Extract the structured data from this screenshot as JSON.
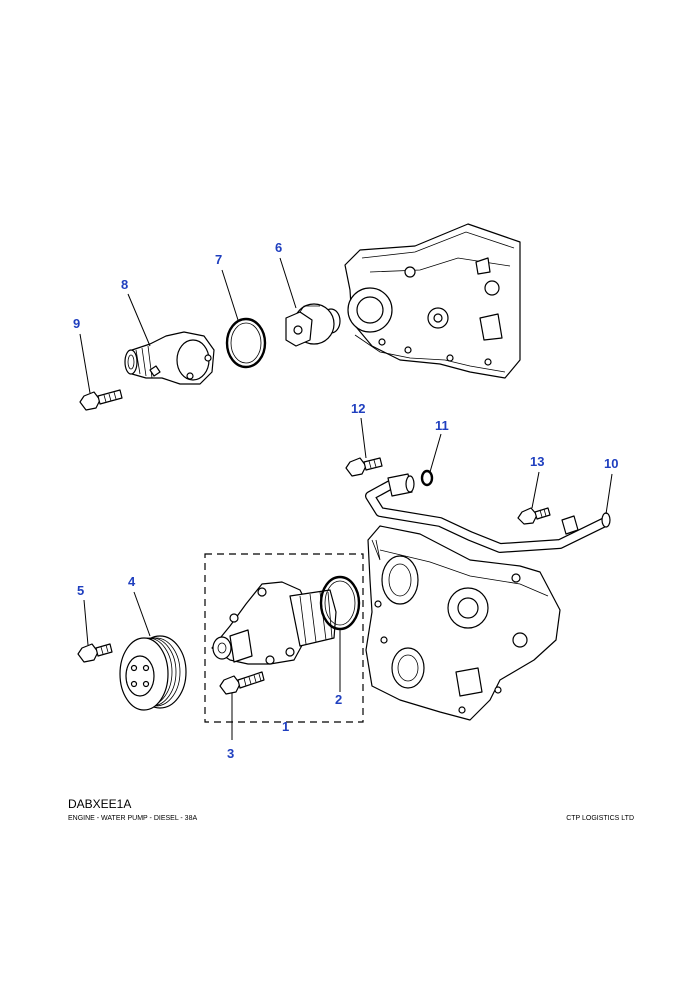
{
  "footer": {
    "diagram_code": "DABXEE1A",
    "caption": "ENGINE - WATER PUMP - DIESEL - 38A",
    "company": "CTP LOGISTICS LTD"
  },
  "callouts": [
    "1",
    "2",
    "3",
    "4",
    "5",
    "6",
    "7",
    "8",
    "9",
    "10",
    "11",
    "12",
    "13"
  ],
  "colors": {
    "callout": "#1f3fbf",
    "line": "#000000"
  }
}
